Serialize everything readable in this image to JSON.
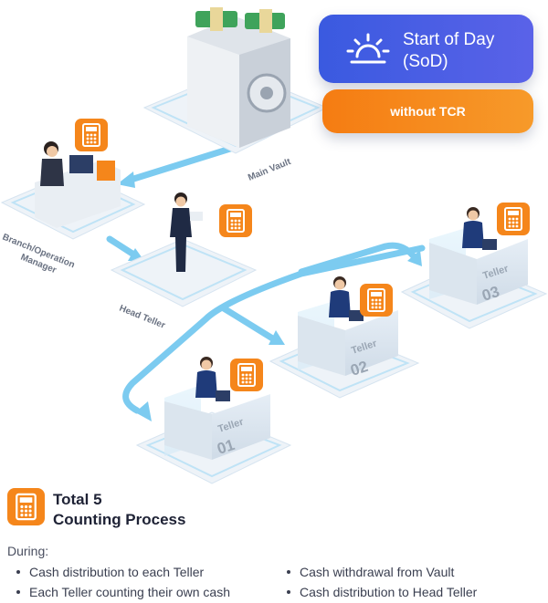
{
  "sod_card": {
    "title_line1": "Start of Day",
    "title_line2": "(SoD)",
    "icon": "sunrise-icon",
    "color": "#3a5ae0"
  },
  "tcr_card": {
    "label": "without TCR",
    "color": "#f57c12"
  },
  "labels": {
    "main_vault": "Main Vault",
    "branch_manager_line1": "Branch/Operation",
    "branch_manager_line2": "Manager",
    "head_teller": "Head Teller",
    "teller_word": "Teller",
    "teller_01": "01",
    "teller_02": "02",
    "teller_03": "03"
  },
  "summary": {
    "title_line1": "Total 5",
    "title_line2": "Counting Process",
    "icon": "calculator-icon",
    "during_label": "During:",
    "items_left": [
      "Cash distribution to each Teller",
      "Each Teller counting their own cash"
    ],
    "items_right": [
      "Cash withdrawal from Vault",
      "Cash distribution to Head Teller"
    ]
  },
  "colors": {
    "accent_orange": "#f5861b",
    "flow_blue": "#7ccbf0",
    "platform": "#eef3f8"
  }
}
